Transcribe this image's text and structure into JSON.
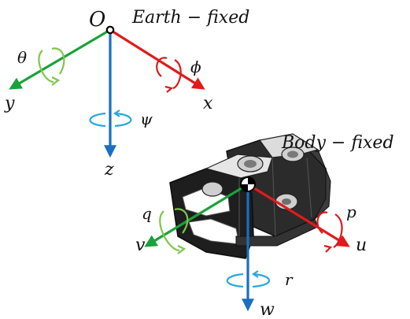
{
  "frames": {
    "earth": {
      "origin_label": "O",
      "title": "Earth − fixed",
      "axes": {
        "x": {
          "label": "x",
          "color": "#e01b1b"
        },
        "y": {
          "label": "y",
          "color": "#1aa23a"
        },
        "z": {
          "label": "z",
          "color": "#1a6fc0"
        }
      },
      "rotations": {
        "phi": {
          "label": "ϕ",
          "color": "#d81b1b"
        },
        "theta": {
          "label": "θ",
          "color": "#7dc64a"
        },
        "psi": {
          "label": "ψ",
          "color": "#2aa8e0"
        }
      }
    },
    "body": {
      "title": "Body − fixed",
      "axes": {
        "u": {
          "label": "u",
          "color": "#e01b1b"
        },
        "v": {
          "label": "v",
          "color": "#1aa23a"
        },
        "w": {
          "label": "w",
          "color": "#1a6fc0"
        }
      },
      "rotations": {
        "p": {
          "label": "p",
          "color": "#d81b1b"
        },
        "q": {
          "label": "q",
          "color": "#7dc64a"
        },
        "r": {
          "label": "r",
          "color": "#2aa8e0"
        }
      }
    }
  }
}
